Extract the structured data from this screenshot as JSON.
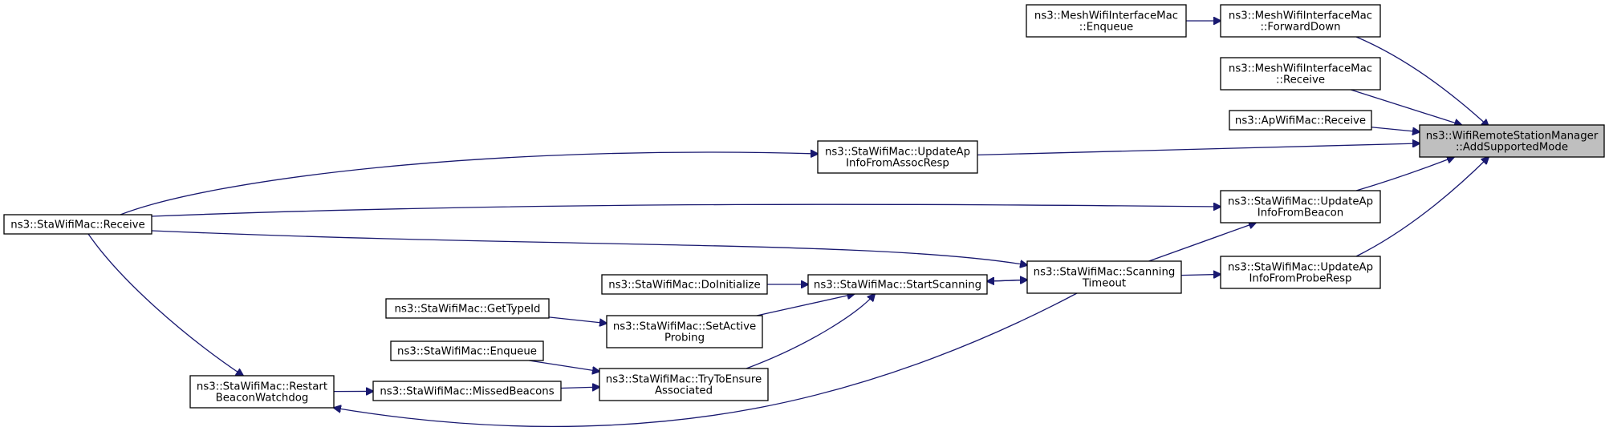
{
  "nodes": [
    {
      "id": "root",
      "lines": [
        "ns3::WifiRemoteStationManager",
        "::AddSupportedMode"
      ],
      "highlight": true
    },
    {
      "id": "mesh_fwd",
      "lines": [
        "ns3::MeshWifiInterfaceMac",
        "::ForwardDown"
      ]
    },
    {
      "id": "mesh_enq",
      "lines": [
        "ns3::MeshWifiInterfaceMac",
        "::Enqueue"
      ]
    },
    {
      "id": "mesh_recv",
      "lines": [
        "ns3::MeshWifiInterfaceMac",
        "::Receive"
      ]
    },
    {
      "id": "ap_recv",
      "lines": [
        "ns3::ApWifiMac::Receive"
      ]
    },
    {
      "id": "upd_assoc",
      "lines": [
        "ns3::StaWifiMac::UpdateAp",
        "InfoFromAssocResp"
      ]
    },
    {
      "id": "upd_beacon",
      "lines": [
        "ns3::StaWifiMac::UpdateAp",
        "InfoFromBeacon"
      ]
    },
    {
      "id": "upd_probe",
      "lines": [
        "ns3::StaWifiMac::UpdateAp",
        "InfoFromProbeResp"
      ]
    },
    {
      "id": "sta_recv",
      "lines": [
        "ns3::StaWifiMac::Receive"
      ]
    },
    {
      "id": "scan_timeout",
      "lines": [
        "ns3::StaWifiMac::Scanning",
        "Timeout"
      ]
    },
    {
      "id": "start_scan",
      "lines": [
        "ns3::StaWifiMac::StartScanning"
      ]
    },
    {
      "id": "do_init",
      "lines": [
        "ns3::StaWifiMac::DoInitialize"
      ]
    },
    {
      "id": "set_active",
      "lines": [
        "ns3::StaWifiMac::SetActive",
        "Probing"
      ]
    },
    {
      "id": "get_type",
      "lines": [
        "ns3::StaWifiMac::GetTypeId"
      ]
    },
    {
      "id": "try_ensure",
      "lines": [
        "ns3::StaWifiMac::TryToEnsure",
        "Associated"
      ]
    },
    {
      "id": "sta_enq",
      "lines": [
        "ns3::StaWifiMac::Enqueue"
      ]
    },
    {
      "id": "missed",
      "lines": [
        "ns3::StaWifiMac::MissedBeacons"
      ]
    },
    {
      "id": "restart",
      "lines": [
        "ns3::StaWifiMac::Restart",
        "BeaconWatchdog"
      ]
    }
  ],
  "edges": [
    {
      "from": "mesh_fwd",
      "to": "root"
    },
    {
      "from": "mesh_enq",
      "to": "mesh_fwd"
    },
    {
      "from": "mesh_recv",
      "to": "root"
    },
    {
      "from": "ap_recv",
      "to": "root"
    },
    {
      "from": "upd_assoc",
      "to": "root"
    },
    {
      "from": "upd_beacon",
      "to": "root"
    },
    {
      "from": "upd_probe",
      "to": "root"
    },
    {
      "from": "sta_recv",
      "to": "upd_assoc"
    },
    {
      "from": "sta_recv",
      "to": "upd_beacon"
    },
    {
      "from": "scan_timeout",
      "to": "upd_beacon"
    },
    {
      "from": "scan_timeout",
      "to": "upd_probe"
    },
    {
      "from": "sta_recv",
      "to": "scan_timeout"
    },
    {
      "from": "start_scan",
      "to": "scan_timeout"
    },
    {
      "from": "scan_timeout",
      "to": "start_scan"
    },
    {
      "from": "do_init",
      "to": "start_scan"
    },
    {
      "from": "set_active",
      "to": "start_scan"
    },
    {
      "from": "try_ensure",
      "to": "start_scan"
    },
    {
      "from": "get_type",
      "to": "set_active"
    },
    {
      "from": "sta_enq",
      "to": "try_ensure"
    },
    {
      "from": "missed",
      "to": "try_ensure"
    },
    {
      "from": "restart",
      "to": "missed"
    },
    {
      "from": "scan_timeout",
      "to": "restart"
    },
    {
      "from": "sta_recv",
      "to": "restart"
    }
  ]
}
